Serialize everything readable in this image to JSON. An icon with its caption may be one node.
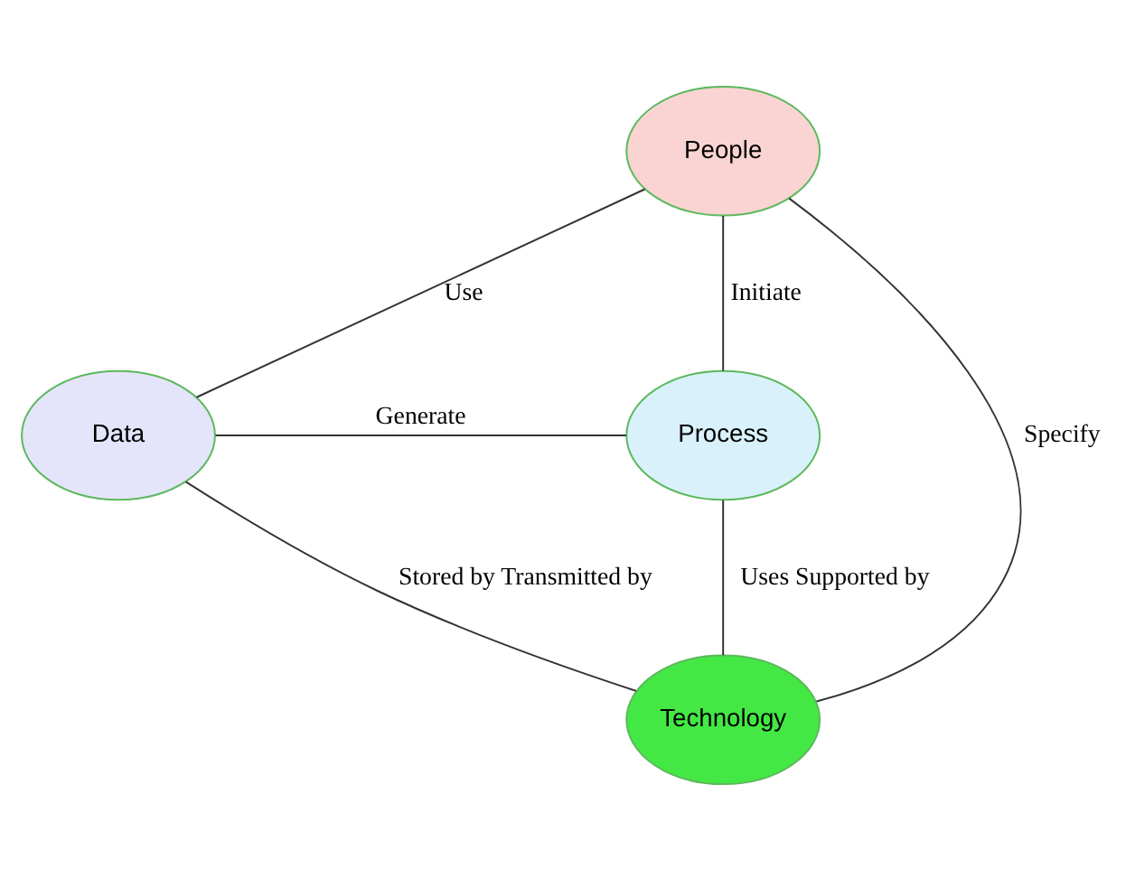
{
  "diagram": {
    "nodes": [
      {
        "text": [
          "People"
        ]
      },
      {
        "text": [
          "Data"
        ]
      },
      {
        "text": [
          "Process"
        ]
      },
      {
        "text": [
          "Technology"
        ]
      }
    ],
    "edges": [
      {
        "from": 0,
        "to": 1,
        "arrow": "none",
        "label": "Use"
      },
      {
        "from": 0,
        "to": 2,
        "arrow": "none",
        "label": "Initiate"
      },
      {
        "from": 0,
        "to": 3,
        "arrow": "none",
        "label": "Specify"
      },
      {
        "from": 1,
        "to": 2,
        "arrow": "none",
        "label": "Generate"
      },
      {
        "from": 1,
        "to": 3,
        "arrow": "none",
        "label": "Stored by Transmitted by"
      },
      {
        "from": 2,
        "to": 3,
        "arrow": "none",
        "label": "Uses Supported by"
      }
    ]
  }
}
